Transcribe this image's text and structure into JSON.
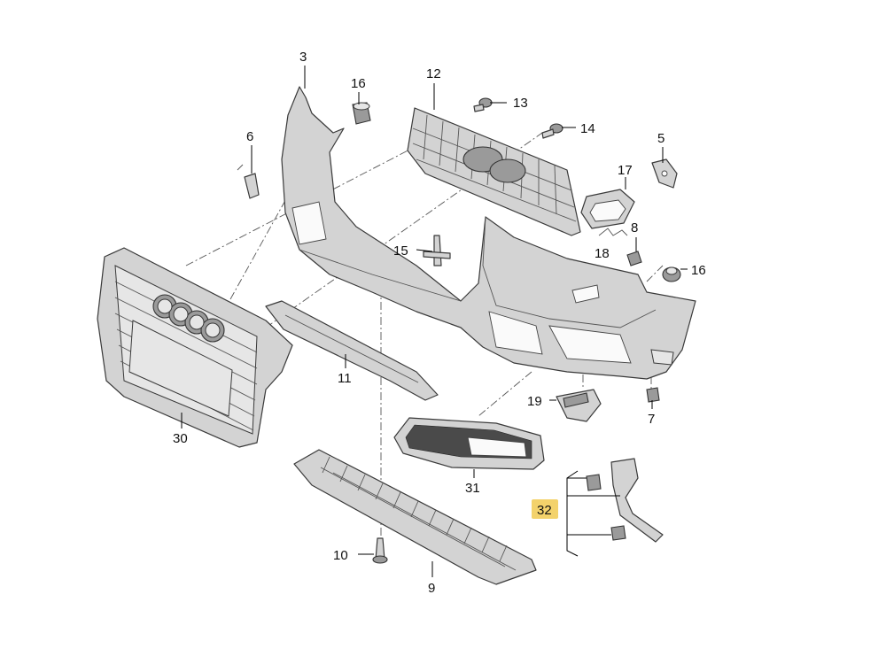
{
  "diagram": {
    "callouts": {
      "c3": "3",
      "c16a": "16",
      "c12": "12",
      "c13": "13",
      "c14": "14",
      "c6": "6",
      "c5": "5",
      "c17": "17",
      "c15": "15",
      "c8": "8",
      "c18": "18",
      "c16b": "16",
      "c11": "11",
      "c30": "30",
      "c19": "19",
      "c7": "7",
      "c31": "31",
      "c32": "32",
      "c10": "10",
      "c9": "9"
    },
    "highlight_color": "#f3d26b"
  }
}
